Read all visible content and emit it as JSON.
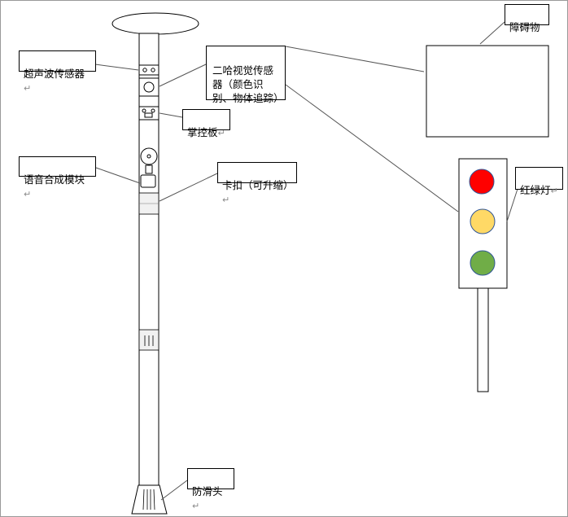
{
  "labels": {
    "ultrasonic": "超声波传感器",
    "vision": "二哈视觉传感器（颜色识别、物体追踪）",
    "obstacle": "障碍物",
    "board": "掌控板",
    "voice": "语音合成模块",
    "clip": "卡扣（可升缩）",
    "traffic_light": "红绿灯",
    "anti_slip": "防滑头"
  },
  "return_mark": "↵",
  "colors": {
    "red": "#ff0000",
    "yellow": "#ffd966",
    "green": "#70ad47",
    "outline": "#000000",
    "leader": "#555555"
  }
}
